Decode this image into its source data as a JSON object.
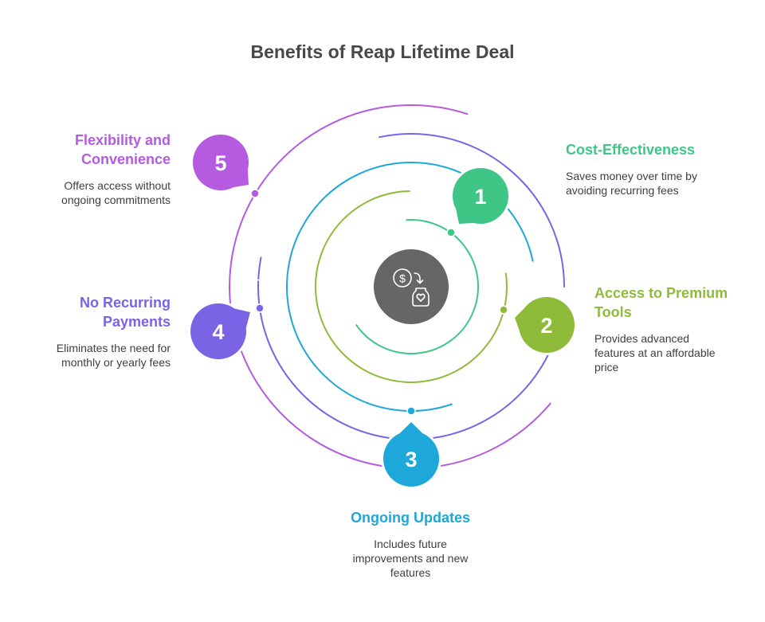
{
  "title": "Benefits of Reap Lifetime Deal",
  "center_icon": "money-to-jar-heart-icon",
  "colors": {
    "center": "#666666",
    "step1": "#3FC687",
    "step2": "#8EBB3A",
    "step3": "#1EA8DA",
    "step4": "#7B63E6",
    "step5": "#B45BE0",
    "title": "#484848",
    "body_text": "#3f3f3f"
  },
  "items": [
    {
      "number": "1",
      "heading": "Cost-Effectiveness",
      "description": "Saves money over time by avoiding recurring fees"
    },
    {
      "number": "2",
      "heading": "Access to Premium Tools",
      "description": "Provides advanced features at an affordable price"
    },
    {
      "number": "3",
      "heading": "Ongoing Updates",
      "description": "Includes future improvements and new features"
    },
    {
      "number": "4",
      "heading": "No Recurring Payments",
      "description": "Eliminates the need for monthly or yearly fees"
    },
    {
      "number": "5",
      "heading": "Flexibility and Convenience",
      "description": "Offers access without ongoing commitments"
    }
  ]
}
